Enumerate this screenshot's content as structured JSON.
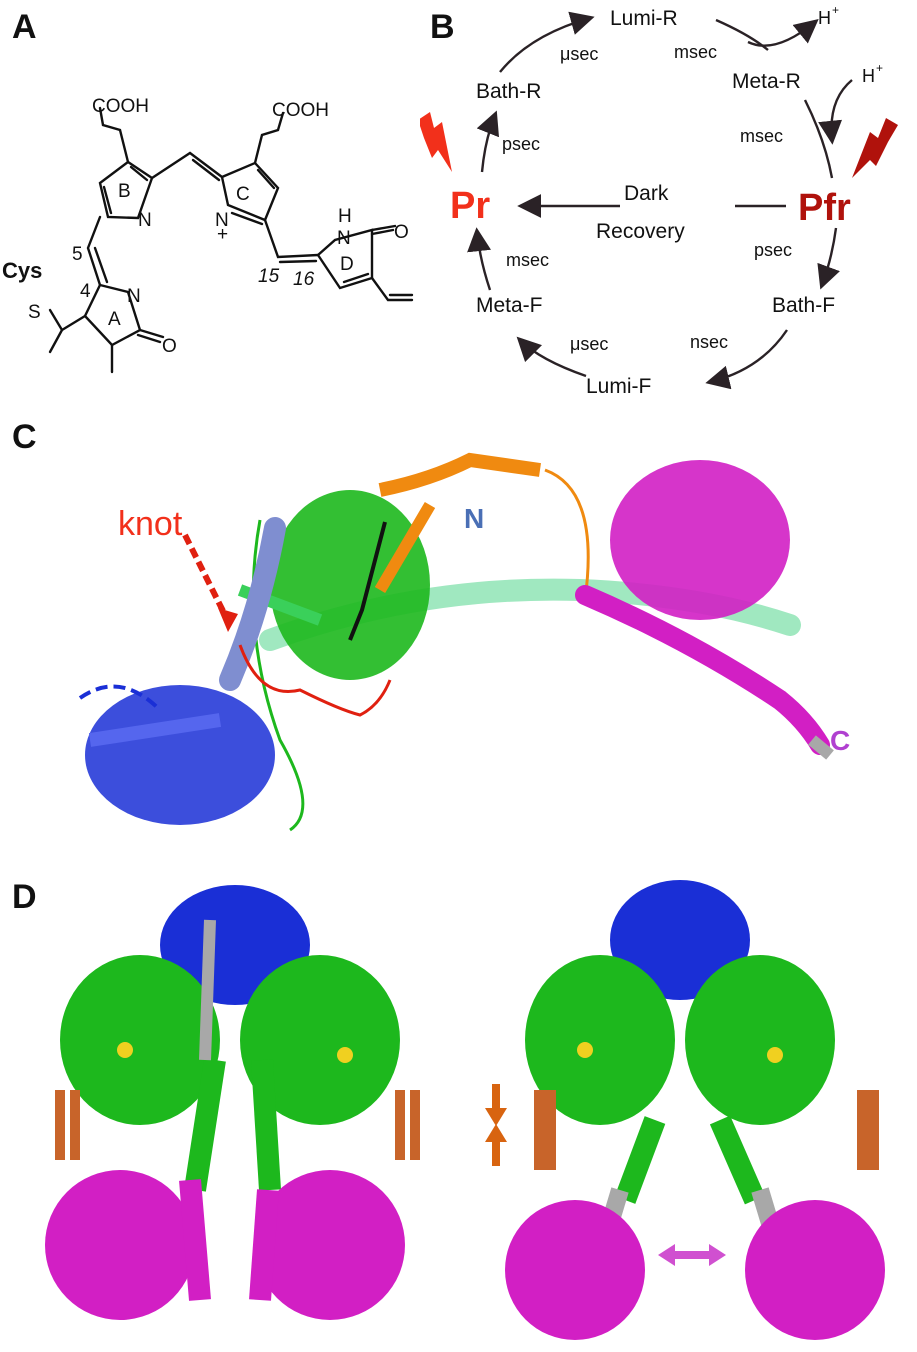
{
  "panels": {
    "a": {
      "label": "A",
      "groups": {
        "cooh_b": "COOH",
        "cooh_c": "COOH",
        "cys": "Cys",
        "s": "S",
        "o_a": "O",
        "o_d": "O",
        "h_d": "H"
      },
      "rings": {
        "a": "A",
        "b": "B",
        "c": "C",
        "d": "D"
      },
      "atoms": {
        "n_a": "N",
        "n_b": "N",
        "n_c": "N",
        "n_d": "N",
        "plus": "+"
      },
      "positions": {
        "p4": "4",
        "p5": "5",
        "p15": "15",
        "p16": "16"
      }
    },
    "b": {
      "label": "B",
      "states": {
        "pr": "Pr",
        "pfr": "Pfr",
        "bath_r": "Bath-R",
        "lumi_r": "Lumi-R",
        "meta_r": "Meta-R",
        "bath_f": "Bath-F",
        "lumi_f": "Lumi-F",
        "meta_f": "Meta-F"
      },
      "timescales": {
        "pr_bathr": "psec",
        "bathr_lumir": "μsec",
        "lumir_metar": "msec",
        "metar_pfr": "msec",
        "pfr_bathf": "psec",
        "bathf_lumif": "nsec",
        "lumif_metaf": "μsec",
        "metaf_pr": "msec"
      },
      "protons": {
        "release": "H",
        "uptake": "H",
        "charge": "+"
      },
      "dark_recovery": {
        "line1": "Dark",
        "line2": "Recovery"
      },
      "colors": {
        "pr": "#f2301b",
        "pfr": "#b0120c",
        "arrow": "#2a2226"
      }
    },
    "c": {
      "label": "C",
      "annotations": {
        "knot": "knot",
        "n_term": "N",
        "c_term": "C"
      },
      "colors": {
        "knot": "#f2301b",
        "n_term": "#4a6fb5",
        "c_term": "#b040d0",
        "pas": "#1a2fd6",
        "gaf": "#1db81d",
        "phy": "#d21fc4",
        "tongue": "#f08a10",
        "helix": "#a0e8c0",
        "nterm_helix": "#7f8ed0"
      }
    },
    "d": {
      "label": "D",
      "colors": {
        "pas": "#1a2fd6",
        "gaf": "#1db81d",
        "phy": "#d21fc4",
        "tongue": "#c8642a",
        "linker": "#a8a8a8",
        "chromophore": "#f0d020",
        "arrow_vertical": "#d86410",
        "arrow_horizontal": "#d050d0"
      }
    }
  }
}
